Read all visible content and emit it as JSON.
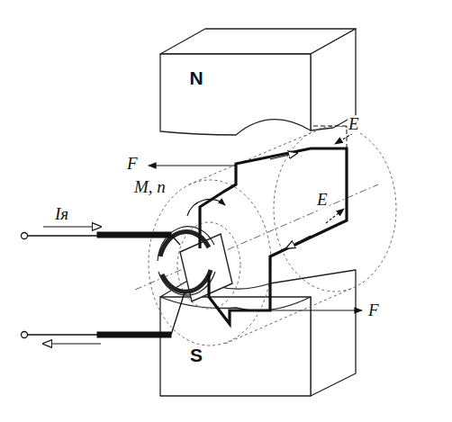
{
  "diagram": {
    "nodes": [
      {
        "text": [
          "N"
        ]
      },
      {
        "text": [
          "S"
        ]
      }
    ],
    "labels": [
      "F",
      "F",
      "E",
      "E",
      "M, n",
      "Iя"
    ]
  }
}
